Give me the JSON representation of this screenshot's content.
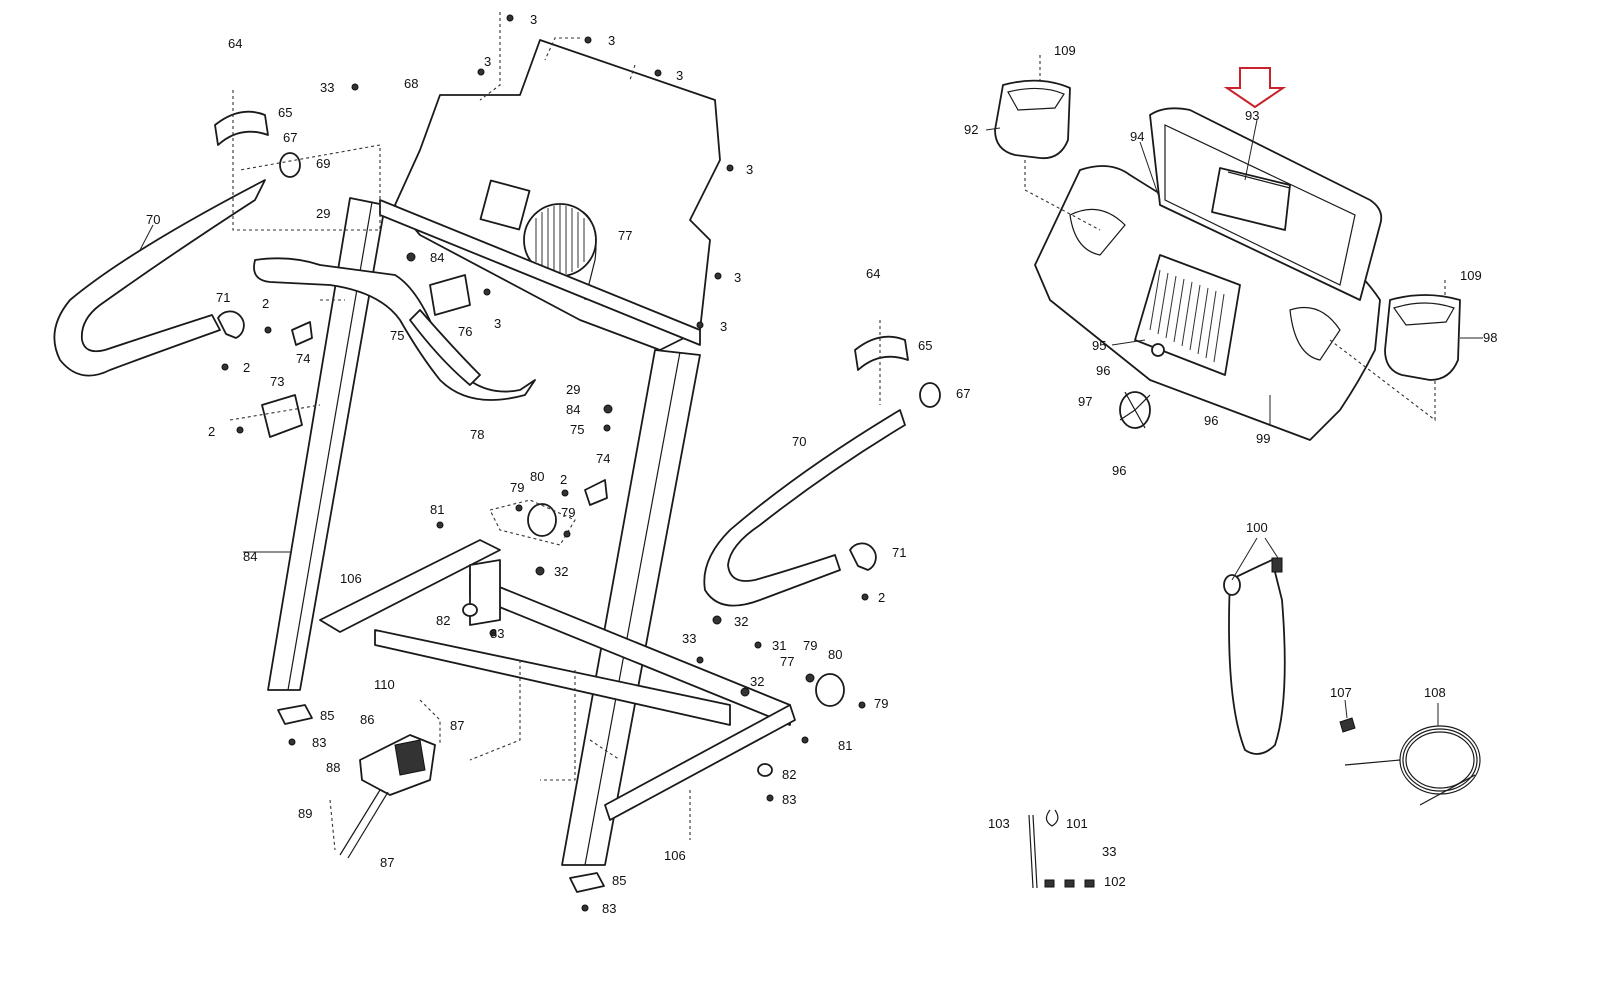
{
  "callouts": [
    {
      "id": "c3a",
      "label": "3"
    },
    {
      "id": "c3b",
      "label": "3"
    },
    {
      "id": "c3c",
      "label": "3"
    },
    {
      "id": "c3d",
      "label": "3"
    },
    {
      "id": "c3e",
      "label": "3"
    },
    {
      "id": "c3f",
      "label": "3"
    },
    {
      "id": "c3g",
      "label": "3"
    },
    {
      "id": "c3h",
      "label": "3"
    },
    {
      "id": "c64a",
      "label": "64"
    },
    {
      "id": "c65a",
      "label": "65"
    },
    {
      "id": "c67a",
      "label": "67"
    },
    {
      "id": "c33a",
      "label": "33"
    },
    {
      "id": "c68",
      "label": "68"
    },
    {
      "id": "c69",
      "label": "69"
    },
    {
      "id": "c70a",
      "label": "70"
    },
    {
      "id": "c29a",
      "label": "29"
    },
    {
      "id": "c84a",
      "label": "84"
    },
    {
      "id": "c77a",
      "label": "77"
    },
    {
      "id": "c71a",
      "label": "71"
    },
    {
      "id": "c2a",
      "label": "2"
    },
    {
      "id": "c74a",
      "label": "74"
    },
    {
      "id": "c75a",
      "label": "75"
    },
    {
      "id": "c76",
      "label": "76"
    },
    {
      "id": "c2b",
      "label": "2"
    },
    {
      "id": "c73",
      "label": "73"
    },
    {
      "id": "c2c",
      "label": "2"
    },
    {
      "id": "c78",
      "label": "78"
    },
    {
      "id": "c29b",
      "label": "29"
    },
    {
      "id": "c84b",
      "label": "84"
    },
    {
      "id": "c75b",
      "label": "75"
    },
    {
      "id": "c64b",
      "label": "64"
    },
    {
      "id": "c65b",
      "label": "65"
    },
    {
      "id": "c67b",
      "label": "67"
    },
    {
      "id": "c70b",
      "label": "70"
    },
    {
      "id": "c79a",
      "label": "79"
    },
    {
      "id": "c80a",
      "label": "80"
    },
    {
      "id": "c2d",
      "label": "2"
    },
    {
      "id": "c74b",
      "label": "74"
    },
    {
      "id": "c79b",
      "label": "79"
    },
    {
      "id": "c81a",
      "label": "81"
    },
    {
      "id": "c84c",
      "label": "84"
    },
    {
      "id": "c32a",
      "label": "32"
    },
    {
      "id": "c106a",
      "label": "106"
    },
    {
      "id": "c71b",
      "label": "71"
    },
    {
      "id": "c2e",
      "label": "2"
    },
    {
      "id": "c82a",
      "label": "82"
    },
    {
      "id": "c83a",
      "label": "83"
    },
    {
      "id": "c32b",
      "label": "32"
    },
    {
      "id": "c33b",
      "label": "33"
    },
    {
      "id": "c31",
      "label": "31"
    },
    {
      "id": "c77b",
      "label": "77"
    },
    {
      "id": "c79c",
      "label": "79"
    },
    {
      "id": "c80b",
      "label": "80"
    },
    {
      "id": "c110",
      "label": "110"
    },
    {
      "id": "c32c",
      "label": "32"
    },
    {
      "id": "c79d",
      "label": "79"
    },
    {
      "id": "c85a",
      "label": "85"
    },
    {
      "id": "c86",
      "label": "86"
    },
    {
      "id": "c87a",
      "label": "87"
    },
    {
      "id": "c83b",
      "label": "83"
    },
    {
      "id": "c81b",
      "label": "81"
    },
    {
      "id": "c88",
      "label": "88"
    },
    {
      "id": "c82b",
      "label": "82"
    },
    {
      "id": "c83c",
      "label": "83"
    },
    {
      "id": "c89",
      "label": "89"
    },
    {
      "id": "c87b",
      "label": "87"
    },
    {
      "id": "c106b",
      "label": "106"
    },
    {
      "id": "c85b",
      "label": "85"
    },
    {
      "id": "c83d",
      "label": "83"
    },
    {
      "id": "c109a",
      "label": "109"
    },
    {
      "id": "c92",
      "label": "92"
    },
    {
      "id": "c93",
      "label": "93"
    },
    {
      "id": "c94",
      "label": "94"
    },
    {
      "id": "c109b",
      "label": "109"
    },
    {
      "id": "c98",
      "label": "98"
    },
    {
      "id": "c95",
      "label": "95"
    },
    {
      "id": "c96a",
      "label": "96"
    },
    {
      "id": "c97",
      "label": "97"
    },
    {
      "id": "c96b",
      "label": "96"
    },
    {
      "id": "c99",
      "label": "99"
    },
    {
      "id": "c96c",
      "label": "96"
    },
    {
      "id": "c100",
      "label": "100"
    },
    {
      "id": "c107",
      "label": "107"
    },
    {
      "id": "c108",
      "label": "108"
    },
    {
      "id": "c103",
      "label": "103"
    },
    {
      "id": "c101",
      "label": "101"
    },
    {
      "id": "c33c",
      "label": "33"
    },
    {
      "id": "c102",
      "label": "102"
    }
  ],
  "highlight": {
    "part": "93",
    "color": "#c8232c"
  }
}
